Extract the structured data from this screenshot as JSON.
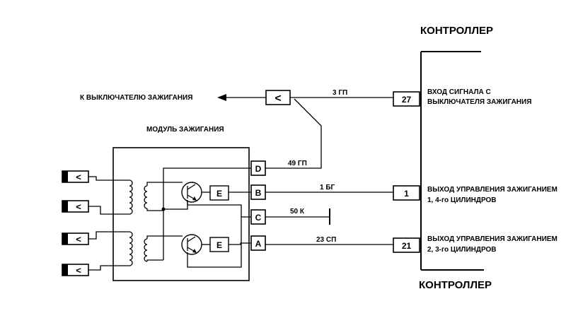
{
  "controller": {
    "title": "КОНТРОЛЛЕР",
    "pins": [
      {
        "number": "27",
        "label_lines": [
          "ВХОД СИГНАЛА С",
          "ВЫКЛЮЧАТЕЛЯ ЗАЖИГАНИЯ"
        ]
      },
      {
        "number": "1",
        "label_lines": [
          "ВЫХОД УПРАВЛЕНИЯ ЗАЖИГАНИЕМ",
          "1, 4-го ЦИЛИНДРОВ"
        ]
      },
      {
        "number": "21",
        "label_lines": [
          "ВЫХОД УПРАВЛЕНИЯ ЗАЖИГАНИЕМ",
          "2, 3-го ЦИЛИНДРОВ"
        ]
      }
    ]
  },
  "ignition_switch_label": "К ВЫКЛЮЧАТЕЛЮ ЗАЖИГАНИЯ",
  "module": {
    "title": "МОДУЛЬ ЗАЖИГАНИЯ",
    "pins": [
      "D",
      "B",
      "C",
      "A"
    ],
    "emitter_labels": [
      "E",
      "E"
    ]
  },
  "wires": {
    "w27": "3 ГП",
    "wD": "49 ГП",
    "wB": "1 БГ",
    "wC": "50 К",
    "wA": "23 СП"
  },
  "connector_symbol": "<"
}
